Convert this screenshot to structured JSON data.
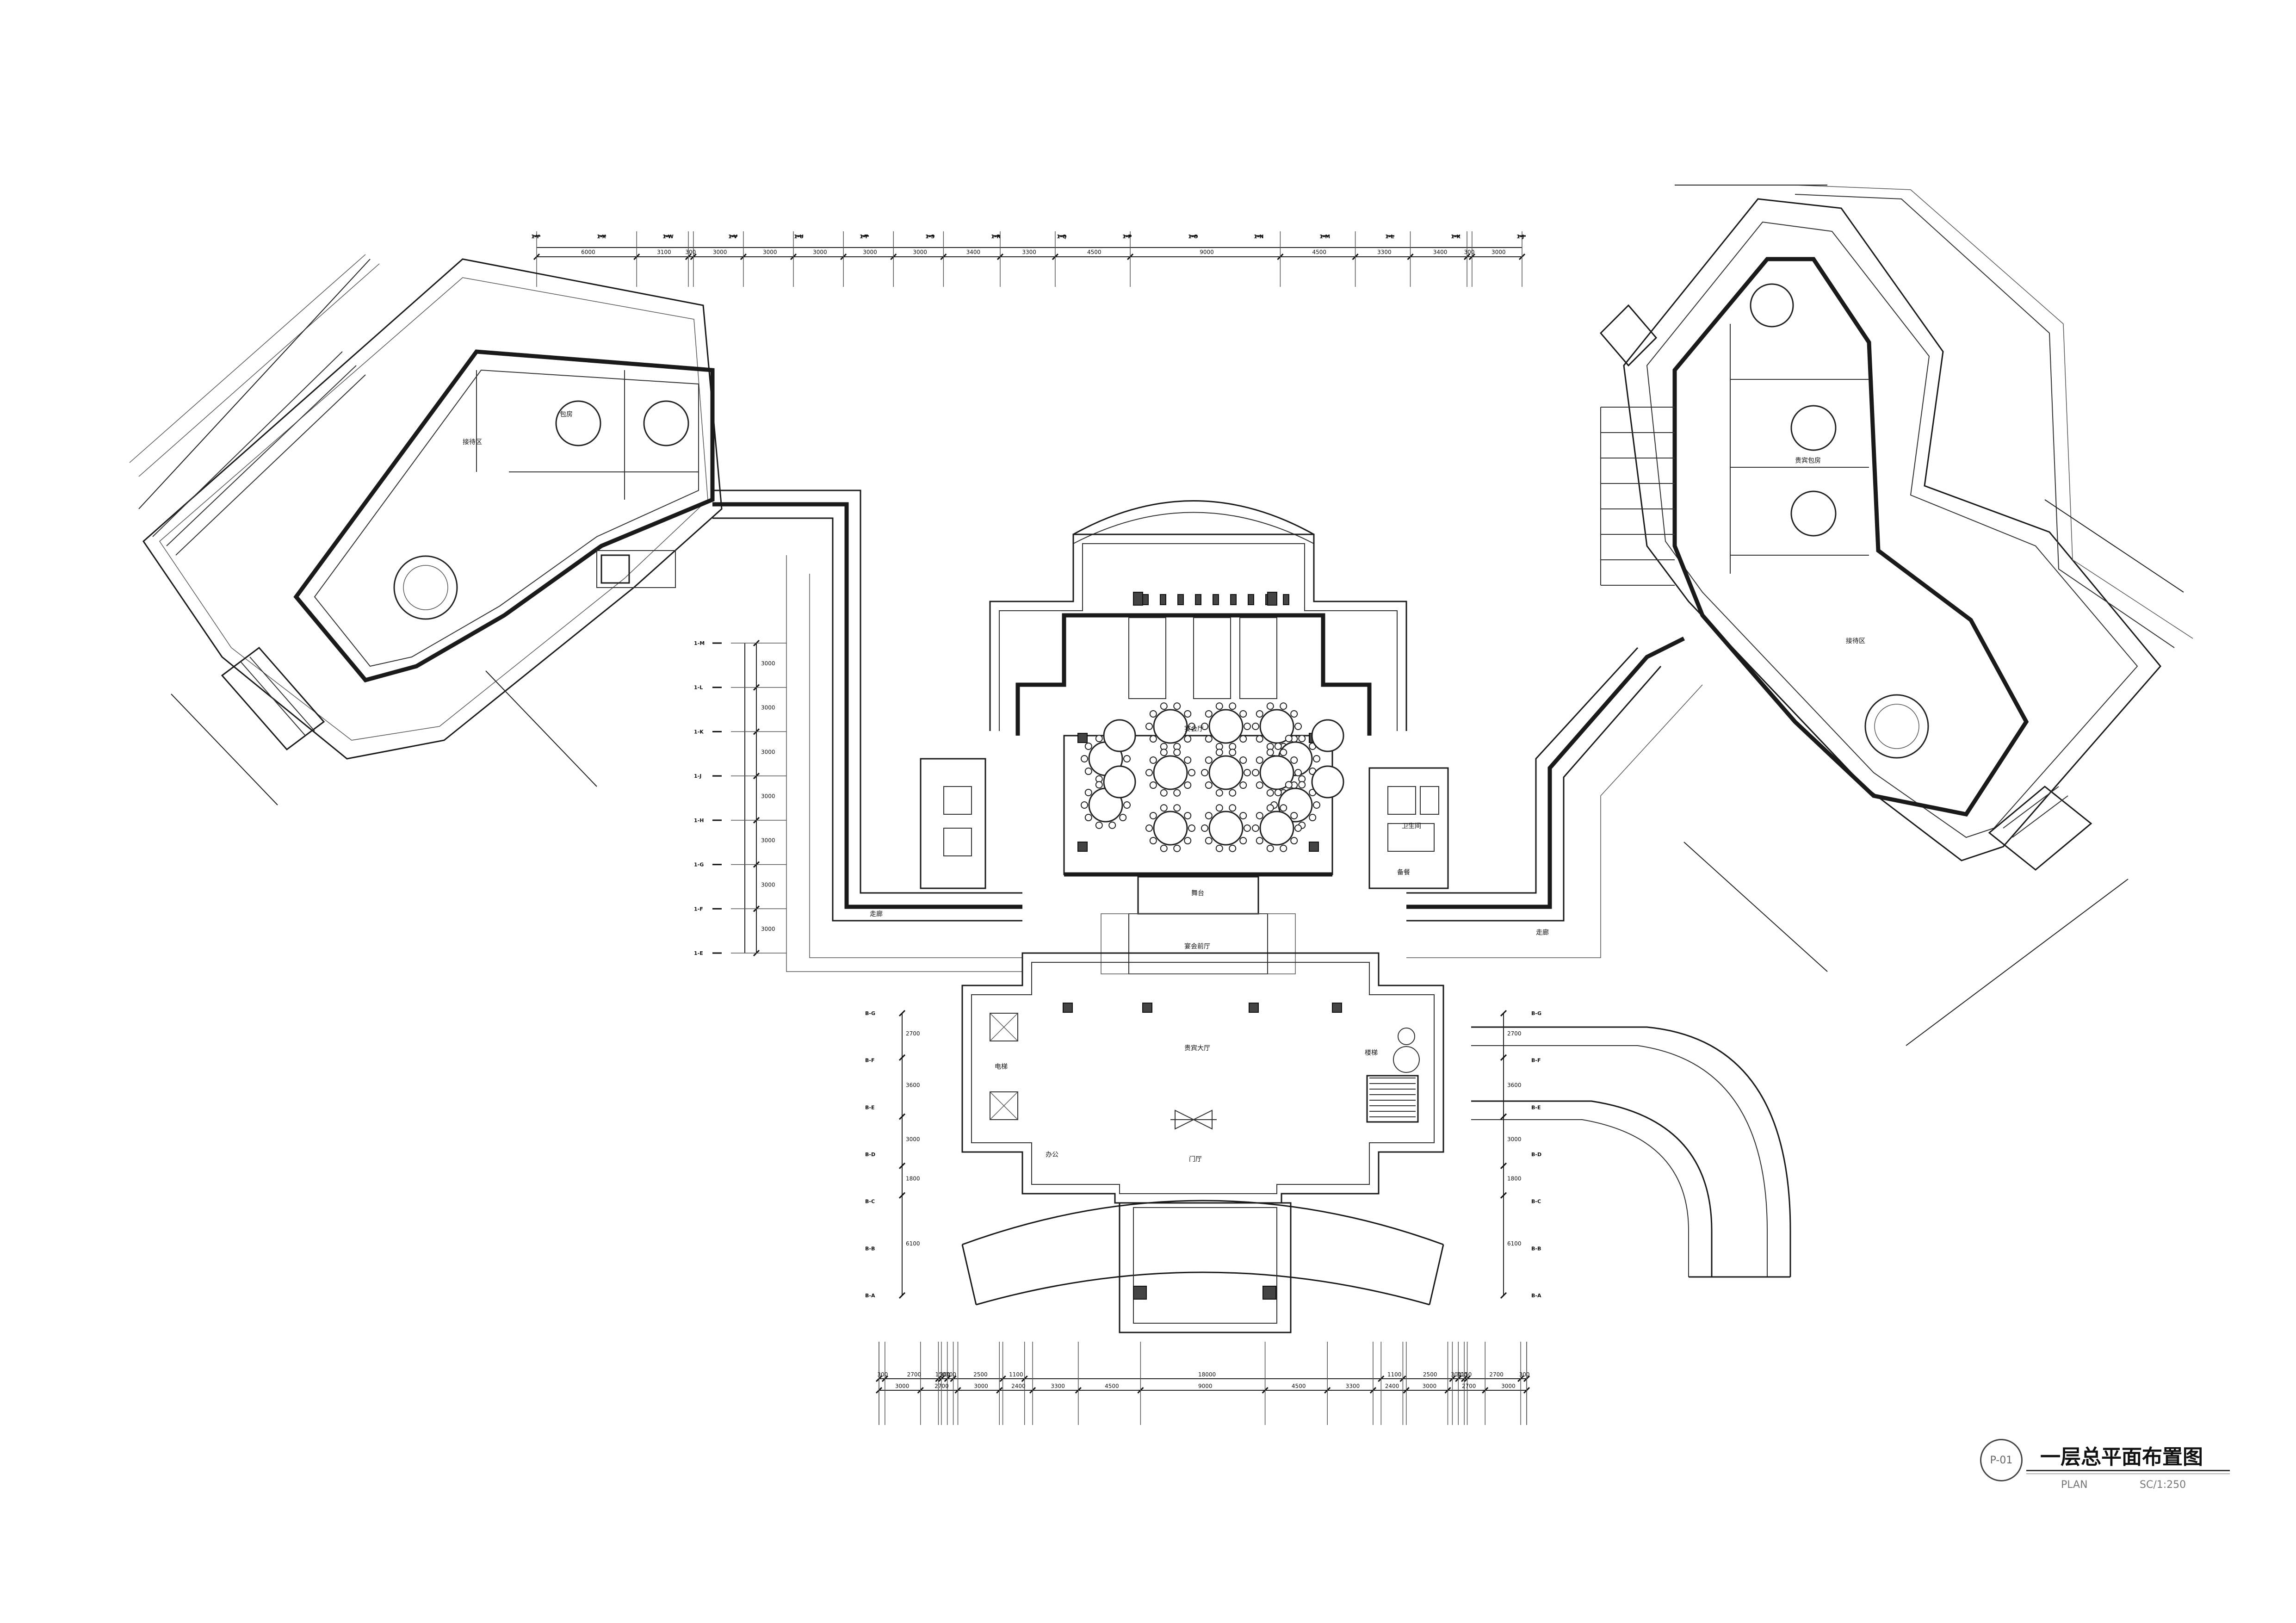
{
  "drawing": {
    "title": "一层总平面布置图",
    "sheet_number": "P-01",
    "subtitle": "PLAN",
    "scale": "SC/1:250"
  },
  "room_labels": {
    "banquet_hall": "宴会厅",
    "stage": "舞台",
    "pre_function": "宴会前厅",
    "lobby": "贵宾大厅",
    "corridor": "走廊",
    "private_room": "包房",
    "vip_room": "贵宾包房",
    "kitchen": "备餐",
    "lounge_left": "接待区",
    "lounge_right": "接待区",
    "restroom": "卫生间",
    "elevator": "电梯",
    "stair": "楼梯",
    "entrance": "门厅",
    "office": "办公"
  },
  "top_dimensions": [
    "6000",
    "3100",
    "300",
    "3000",
    "3000",
    "3000",
    "3000",
    "3000",
    "3400",
    "3300",
    "4500",
    "9000",
    "4500",
    "3300",
    "3400",
    "300",
    "3000"
  ],
  "bottom_dimensions_row1": [
    "300",
    "2700",
    "150",
    "300",
    "300",
    "2500",
    "1100",
    "18000",
    "1100",
    "2500",
    "300",
    "300",
    "150",
    "2700",
    "300"
  ],
  "bottom_dimensions_row2": [
    "3000",
    "2700",
    "3000",
    "2400",
    "3300",
    "4500",
    "9000",
    "4500",
    "3300",
    "2400",
    "3000",
    "2700",
    "3000"
  ],
  "left_dimensions": [
    "3000",
    "3000",
    "3000",
    "3000",
    "3000",
    "3000",
    "3000"
  ],
  "lobby_dimensions": [
    "2700",
    "3600",
    "3000",
    "1800",
    "6100"
  ],
  "axis_labels_top": [
    "1-Y",
    "1-X",
    "1-W",
    "1-V",
    "1-U",
    "1-T",
    "1-S",
    "1-R",
    "1-Q",
    "1-P",
    "1-O",
    "1-N",
    "1-M",
    "1-L",
    "1-K",
    "1-J"
  ],
  "axis_labels_left": [
    "1-M",
    "1-L",
    "1-K",
    "1-J",
    "1-H",
    "1-G",
    "1-F",
    "1-E"
  ],
  "axis_labels_lobby": [
    "B-G",
    "B-F",
    "B-E",
    "B-D",
    "B-C",
    "B-B",
    "B-A"
  ]
}
